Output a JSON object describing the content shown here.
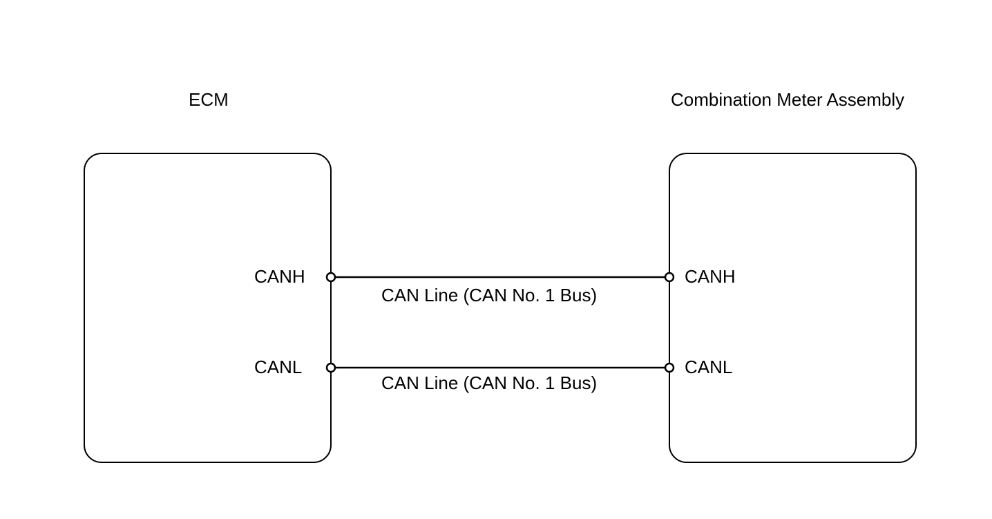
{
  "components": {
    "left": {
      "title": "ECM",
      "pin_high": "CANH",
      "pin_low": "CANL"
    },
    "right": {
      "title": "Combination Meter Assembly",
      "pin_high": "CANH",
      "pin_low": "CANL"
    }
  },
  "connections": {
    "high": {
      "label": "CAN Line (CAN No. 1 Bus)"
    },
    "low": {
      "label": "CAN Line (CAN No. 1 Bus)"
    }
  }
}
